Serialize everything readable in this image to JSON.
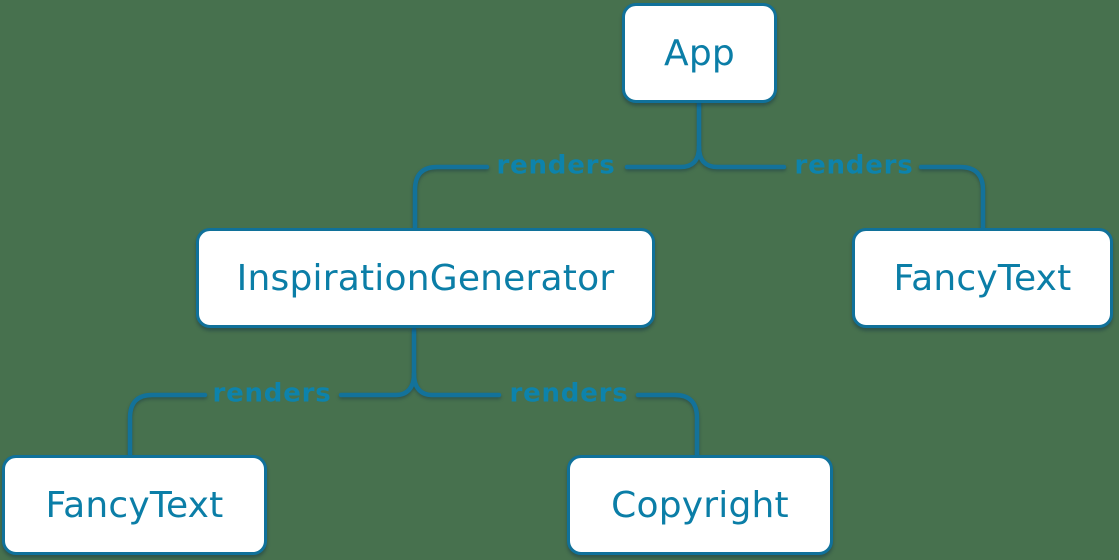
{
  "diagram": {
    "description": "React render tree diagram",
    "colors": {
      "background": "#47714e",
      "edge_stroke": "#13729a",
      "node_border": "#10719a",
      "node_fill": "#ffffff",
      "node_text": "#0b7ea7",
      "edge_label_text": "#0d83ac"
    },
    "nodes": [
      {
        "id": "app",
        "label": "App"
      },
      {
        "id": "inspiration-generator",
        "label": "InspirationGenerator"
      },
      {
        "id": "fancy-text-top",
        "label": "FancyText"
      },
      {
        "id": "fancy-text-bottom",
        "label": "FancyText"
      },
      {
        "id": "copyright",
        "label": "Copyright"
      }
    ],
    "edges": [
      {
        "from": "app",
        "to": "inspiration-generator",
        "label": "renders"
      },
      {
        "from": "app",
        "to": "fancy-text-top",
        "label": "renders"
      },
      {
        "from": "inspiration-generator",
        "to": "fancy-text-bottom",
        "label": "renders"
      },
      {
        "from": "inspiration-generator",
        "to": "copyright",
        "label": "renders"
      }
    ]
  }
}
